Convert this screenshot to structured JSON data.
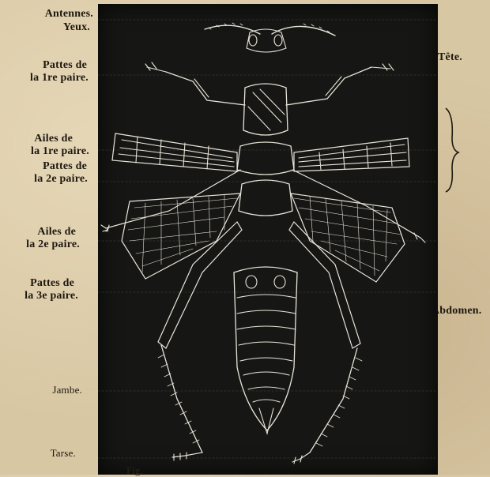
{
  "left_labels": [
    {
      "key": "antennes",
      "text": "Antennes."
    },
    {
      "key": "yeux",
      "text": "Yeux."
    },
    {
      "key": "pattes1_a",
      "text": "Pattes de"
    },
    {
      "key": "pattes1_b",
      "text": "la 1re paire."
    },
    {
      "key": "ailes1_a",
      "text": "Ailes de"
    },
    {
      "key": "ailes1_b",
      "text": "la 1re paire."
    },
    {
      "key": "pattes2_a",
      "text": "Pattes de"
    },
    {
      "key": "pattes2_b",
      "text": "la 2e paire."
    },
    {
      "key": "ailes2_a",
      "text": "Ailes de"
    },
    {
      "key": "ailes2_b",
      "text": "la 2e paire."
    },
    {
      "key": "pattes3_a",
      "text": "Pattes de"
    },
    {
      "key": "pattes3_b",
      "text": "la 3e paire."
    },
    {
      "key": "jambe",
      "text": "Jambe."
    },
    {
      "key": "tarse",
      "text": "Tarse."
    }
  ],
  "right_labels": {
    "tete": "Tête.",
    "abdomen": "Abdomen."
  },
  "caption": "Fig.",
  "colors": {
    "paper": "#d8c7a3",
    "plate": "#161614",
    "ink": "#1d1810",
    "engraving": "#e8e4d8"
  }
}
